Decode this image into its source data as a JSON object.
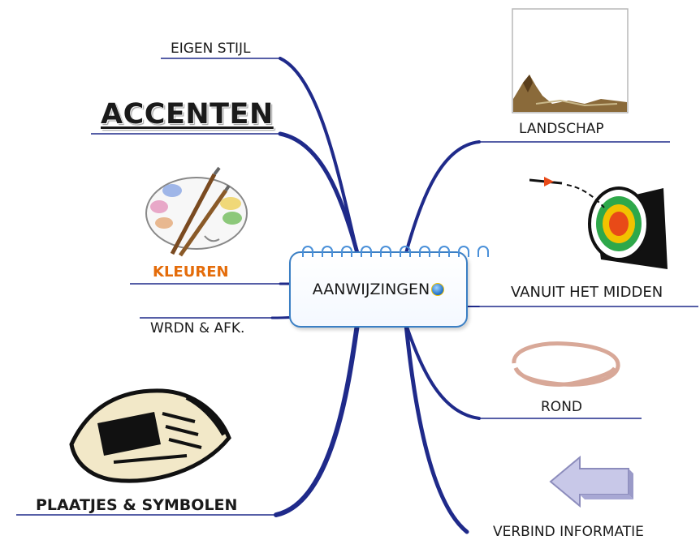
{
  "center": {
    "label": "AANWIJZINGEN"
  },
  "branches": {
    "eigen_stijl": "EIGEN STIJL",
    "accenten": "ACCENTEN",
    "kleuren": "KLEUREN",
    "wrdn_afk": "WRDN & AFK.",
    "plaatjes_symbolen": "PLAATJES & SYMBOLEN",
    "landschap": "LANDSCHAP",
    "vanuit_het_midden": "VANUIT HET MIDDEN",
    "rond": "ROND",
    "verbind_informatie": "VERBIND INFORMATIE"
  },
  "icons": {
    "center": "globe-icon",
    "kleuren": "paint-palette-icon",
    "plaatjes": "newspaper-icon",
    "landschap": "landscape-picture-icon",
    "vanuit": "target-dart-icon",
    "rond": "loop-icon",
    "verbind": "arrow-left-icon"
  },
  "colors": {
    "branch": "#1f2a8a",
    "accent_kleuren": "#e46c0a",
    "node_border": "#3b7fc4"
  }
}
